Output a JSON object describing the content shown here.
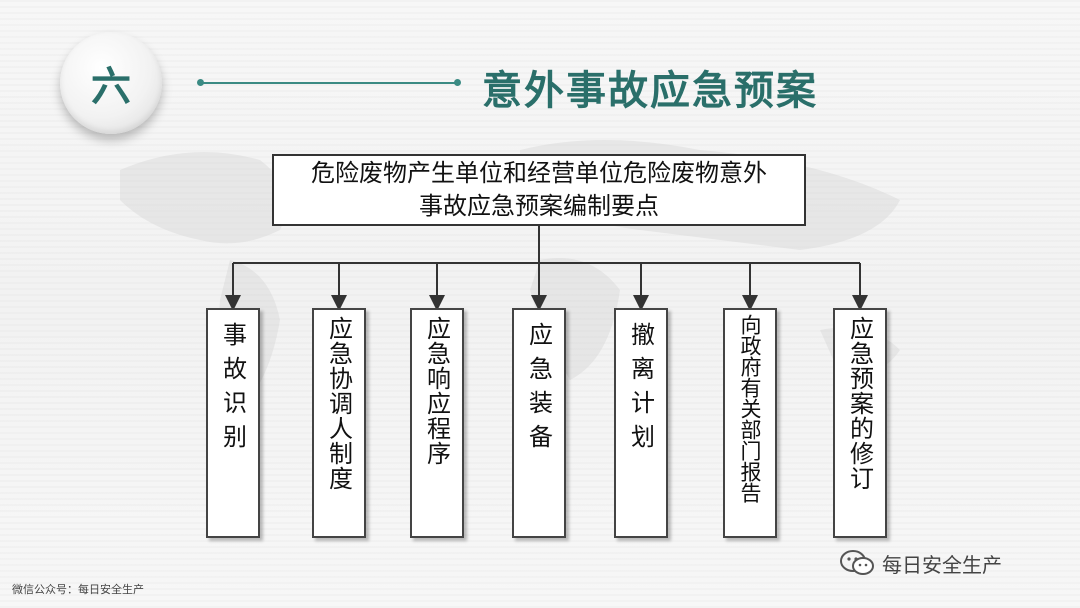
{
  "badge": {
    "text": "六"
  },
  "title": "意外事故应急预案",
  "root": {
    "line1": "危险废物产生单位和经营单位危险废物意外",
    "line2": "事故应急预案编制要点"
  },
  "items": [
    {
      "text": "事故识别"
    },
    {
      "text": "应急协调人制度"
    },
    {
      "text": "应急响应程序"
    },
    {
      "text": "应急装备"
    },
    {
      "text": "撤离计划"
    },
    {
      "text": "向政府有关部门报告"
    },
    {
      "text": "应急预案的修订"
    }
  ],
  "footer": {
    "left": "微信公众号：每日安全生产"
  },
  "watermark": {
    "text": "每日安全生产"
  },
  "colors": {
    "accent": "#2a6f6a",
    "line": "#3b8b84",
    "text": "#111111"
  },
  "icons": {
    "badge": "circle-badge",
    "watermark": "wechat-icon"
  }
}
